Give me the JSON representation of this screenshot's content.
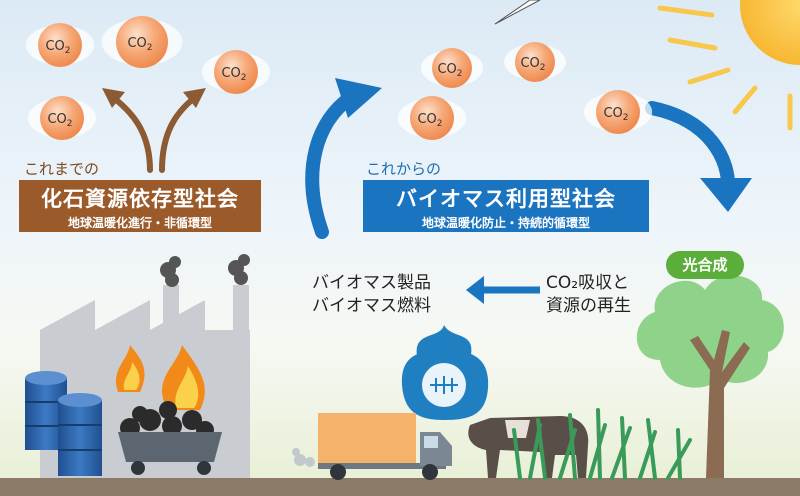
{
  "old_society": {
    "intro": "これまでの",
    "title": "化石資源依存型社会",
    "subtitle": "地球温暖化進行・非循環型"
  },
  "new_society": {
    "intro": "これからの",
    "title": "バイオマス利用型社会",
    "subtitle": "地球温暖化防止・持続的循環型"
  },
  "photosynthesis_label": "光合成",
  "products": [
    "バイオマス製品",
    "バイオマス燃料"
  ],
  "absorption": [
    "CO₂吸収と",
    "資源の再生"
  ],
  "co2_label": "CO",
  "co2_sub": "2",
  "colors": {
    "brown": "#9a5a2a",
    "blue": "#1b74c0",
    "green": "#5bae3a",
    "co2_bubble": "#f29a62"
  },
  "icons": [
    "sun-icon",
    "factory-icon",
    "smoke-icon",
    "fire-icon",
    "oil-drum-icon",
    "coal-cart-icon",
    "biomass-bag-icon",
    "truck-icon",
    "cow-icon",
    "grass-icon",
    "tree-icon"
  ]
}
